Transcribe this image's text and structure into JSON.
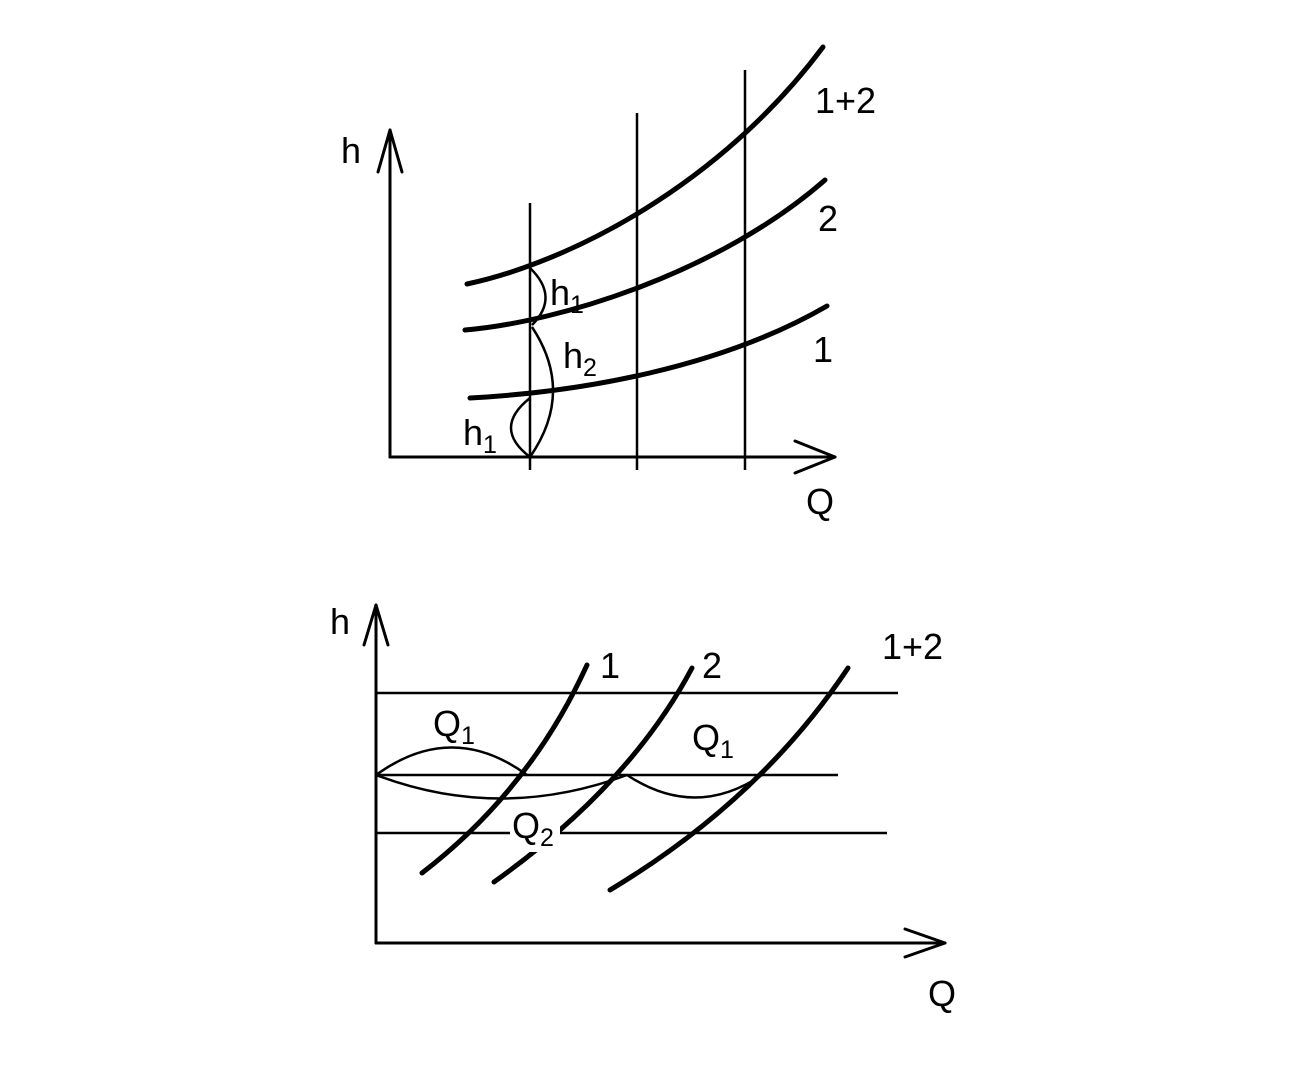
{
  "top_graph": {
    "y_axis_label": "h",
    "x_axis_label": "Q",
    "curve_labels": {
      "curve_1": "1",
      "curve_2": "2",
      "curve_1_2": "1+2"
    },
    "h1_upper": {
      "base": "h",
      "sub": "1"
    },
    "h2": {
      "base": "h",
      "sub": "2"
    },
    "h1_lower": {
      "base": "h",
      "sub": "1"
    }
  },
  "bottom_graph": {
    "y_axis_label": "h",
    "x_axis_label": "Q",
    "curve_labels": {
      "curve_1": "1",
      "curve_2": "2",
      "curve_1_2": "1+2"
    },
    "q1_left": {
      "base": "Q",
      "sub": "1"
    },
    "q1_right": {
      "base": "Q",
      "sub": "1"
    },
    "q2": {
      "base": "Q",
      "sub": "2"
    }
  }
}
